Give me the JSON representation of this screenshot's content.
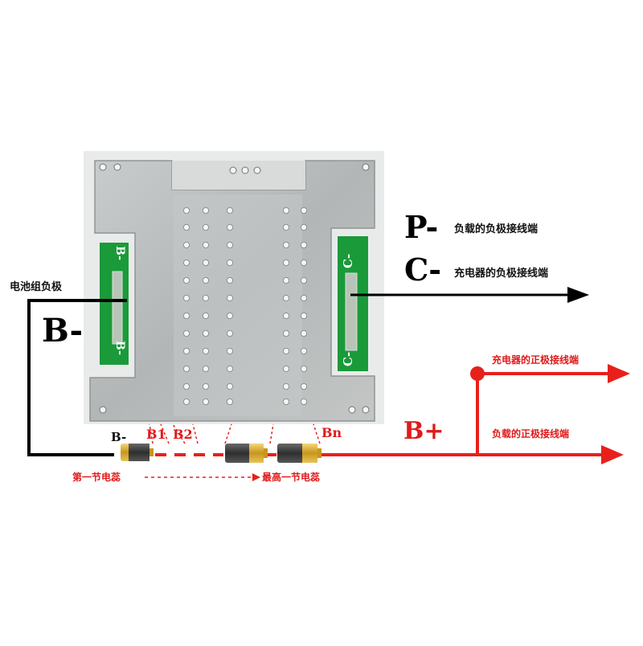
{
  "board": {
    "terminal_left_top": "B-",
    "terminal_left_bottom": "B-",
    "terminal_right_top": "C-",
    "terminal_right_bottom": "C-"
  },
  "labels": {
    "p_minus": "P-",
    "p_minus_desc": "负载的负极接线端",
    "c_minus": "C-",
    "c_minus_desc": "充电器的负极接线端",
    "pack_negative": "电池组负极",
    "b_minus_big": "B-",
    "b_minus_small": "B-",
    "b1": "B1",
    "b2": "B2",
    "bn": "Bn",
    "b_plus": "B+",
    "charger_positive": "充电器的正极接线端",
    "load_positive": "负载的正极接线端",
    "first_cell": "第一节电蕊",
    "highest_cell": "最高一节电蕊"
  },
  "colors": {
    "red_wire": "#e8201c",
    "black_wire": "#000000",
    "heatsink": "#b9bdbd",
    "pcb_green": "#1b9a3a",
    "battery_cap": "#d4a92a",
    "battery_body": "#4a4a4a"
  }
}
